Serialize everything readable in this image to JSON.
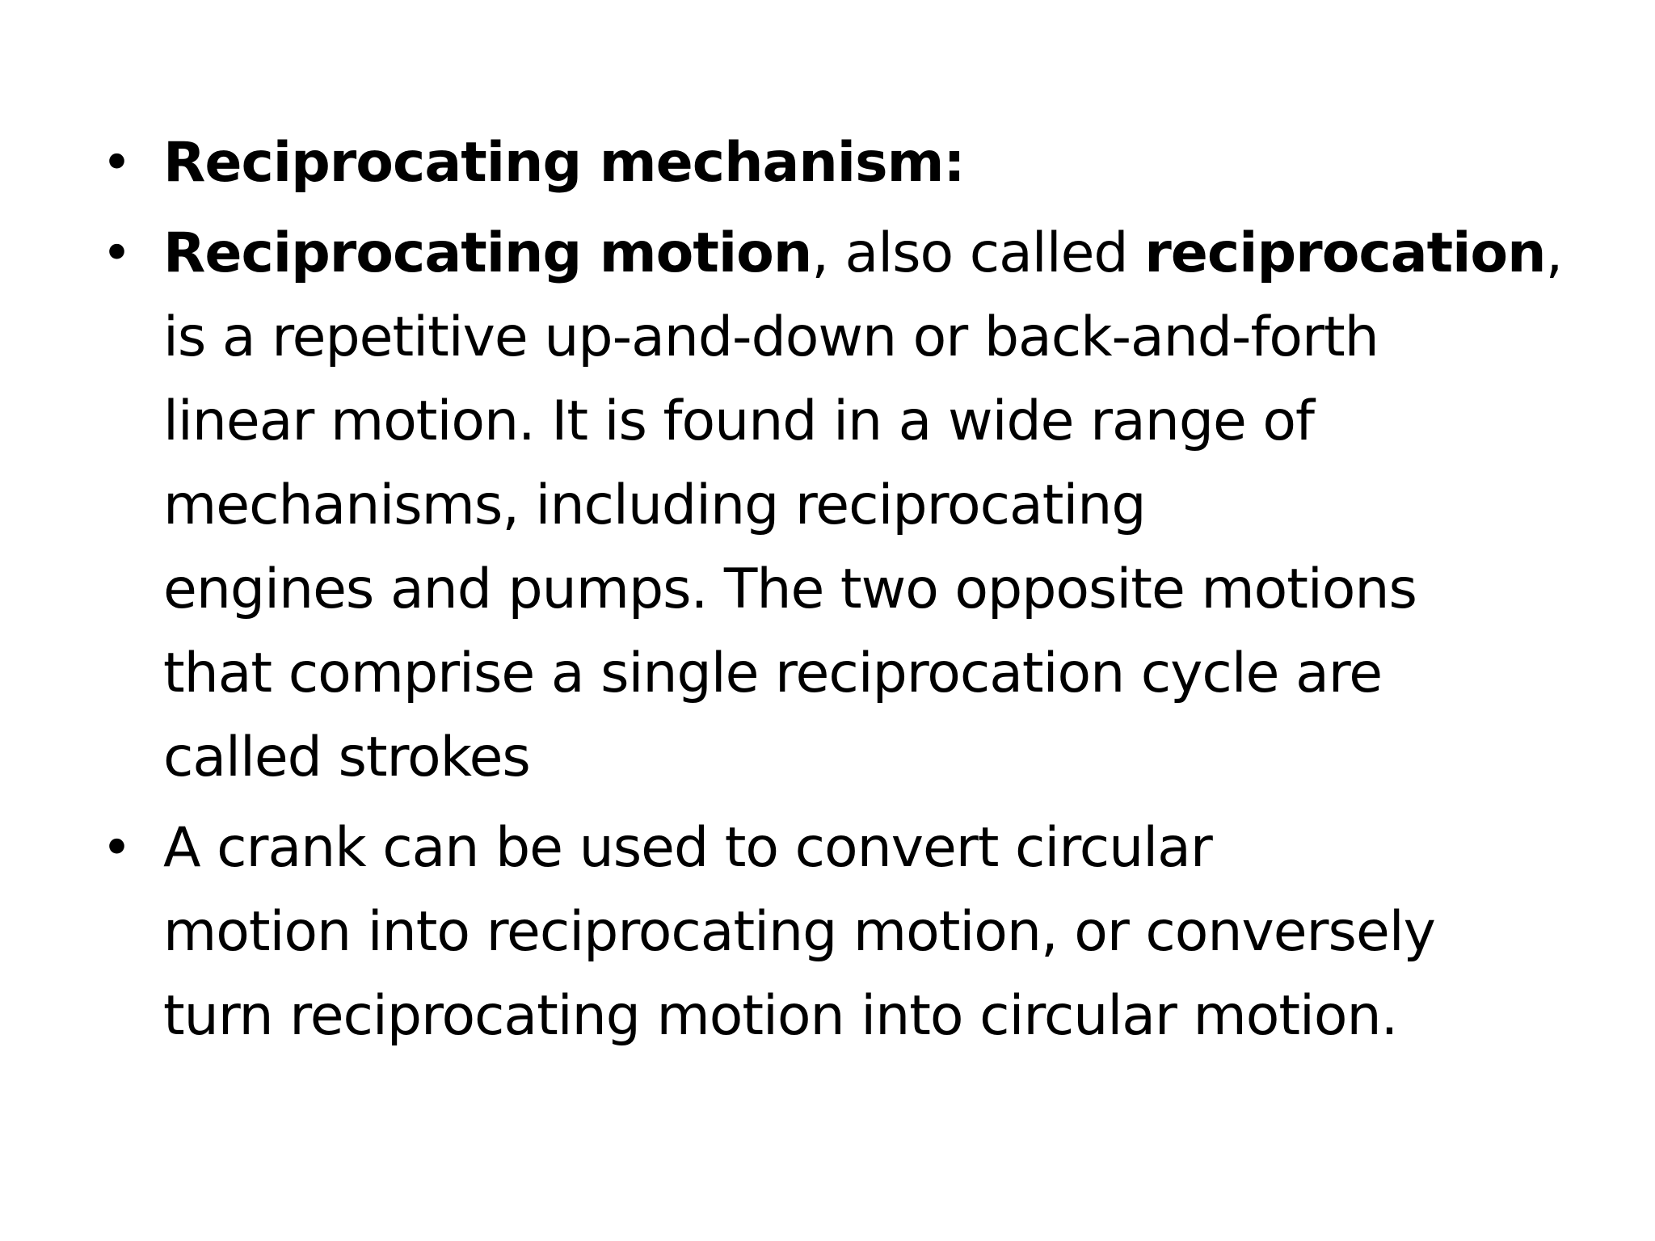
{
  "slide": {
    "bullets": [
      {
        "marker": "•",
        "heading": "Reciprocating mechanism:"
      },
      {
        "marker": "•",
        "term1": "Reciprocating motion",
        "text1": ", also called ",
        "term2": "reciprocation",
        "text2": ",",
        "lines": [
          "is a repetitive up-and-down or back-and-forth",
          "linear motion. It is found in a wide range of",
          "mechanisms, including reciprocating",
          "engines and pumps. The two opposite motions",
          "that comprise a single reciprocation cycle are",
          "called strokes"
        ]
      },
      {
        "marker": "•",
        "lines": [
          "A crank can be used to convert circular",
          "motion into reciprocating motion, or conversely",
          "turn reciprocating motion into circular motion."
        ]
      }
    ]
  }
}
